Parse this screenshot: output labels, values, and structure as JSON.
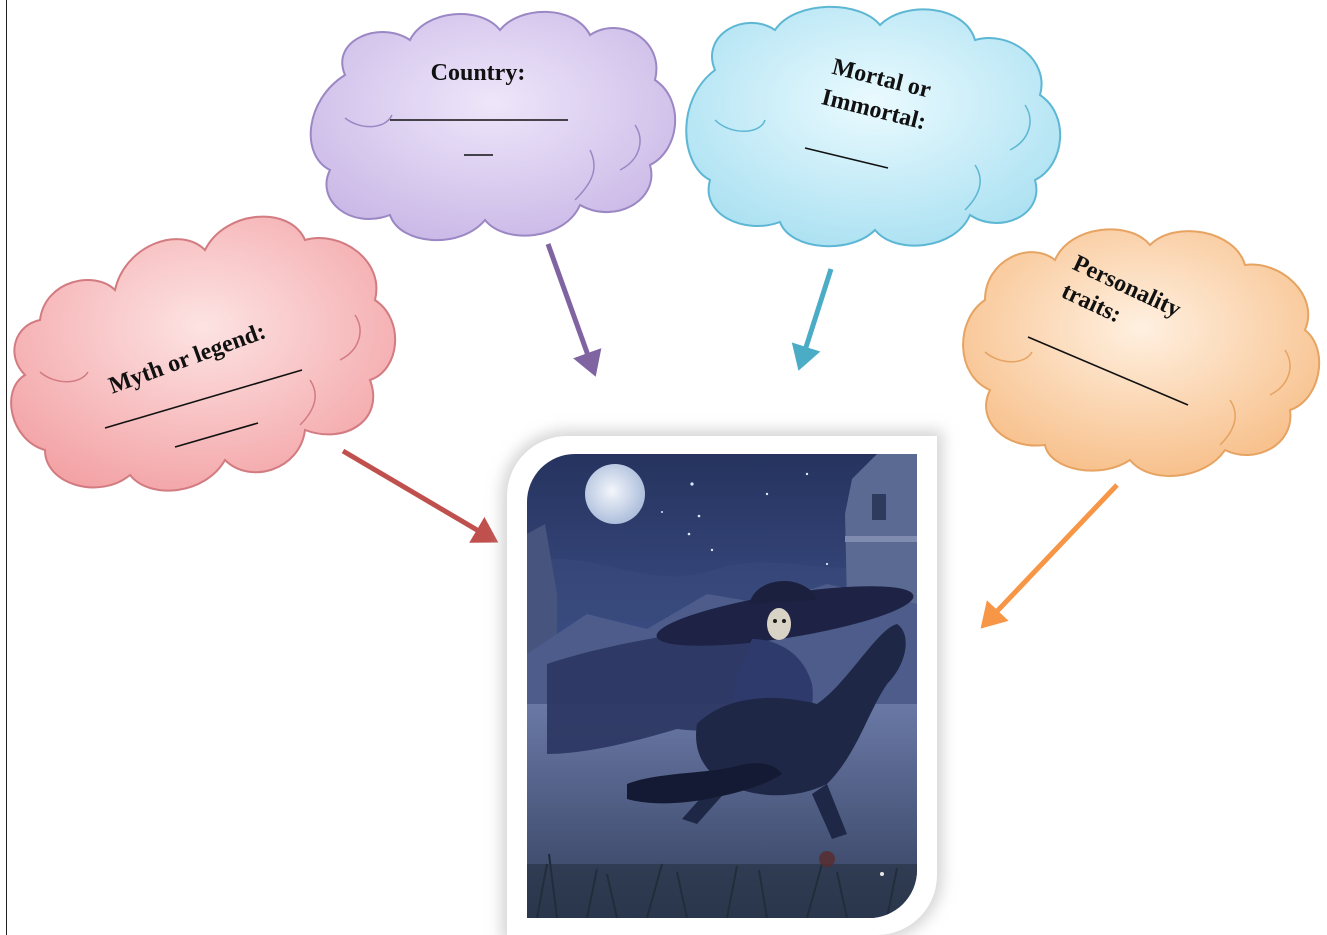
{
  "clouds": {
    "country": {
      "label": "Country:",
      "fill": "#d5c6ec",
      "stroke": "#9a87c4"
    },
    "mortal": {
      "label_line1": "Mortal or",
      "label_line2": "Immortal:",
      "fill": "#c4ecf6",
      "stroke": "#5db7d4"
    },
    "myth": {
      "label": "Myth or legend:",
      "fill": "#f7b9bb",
      "stroke": "#d27b80"
    },
    "personality": {
      "label_line1": "Personality",
      "label_line2": "traits:",
      "fill": "#f9cfa5",
      "stroke": "#e6a361"
    }
  },
  "arrows": {
    "myth_color": "#c0504d",
    "country_color": "#8064a2",
    "mortal_color": "#4bacc6",
    "personality_color": "#f79646"
  },
  "picture": {
    "subject": "night-rider-illustration",
    "sky_color": "#2b3a6b",
    "moon_color": "#dde6f4"
  }
}
